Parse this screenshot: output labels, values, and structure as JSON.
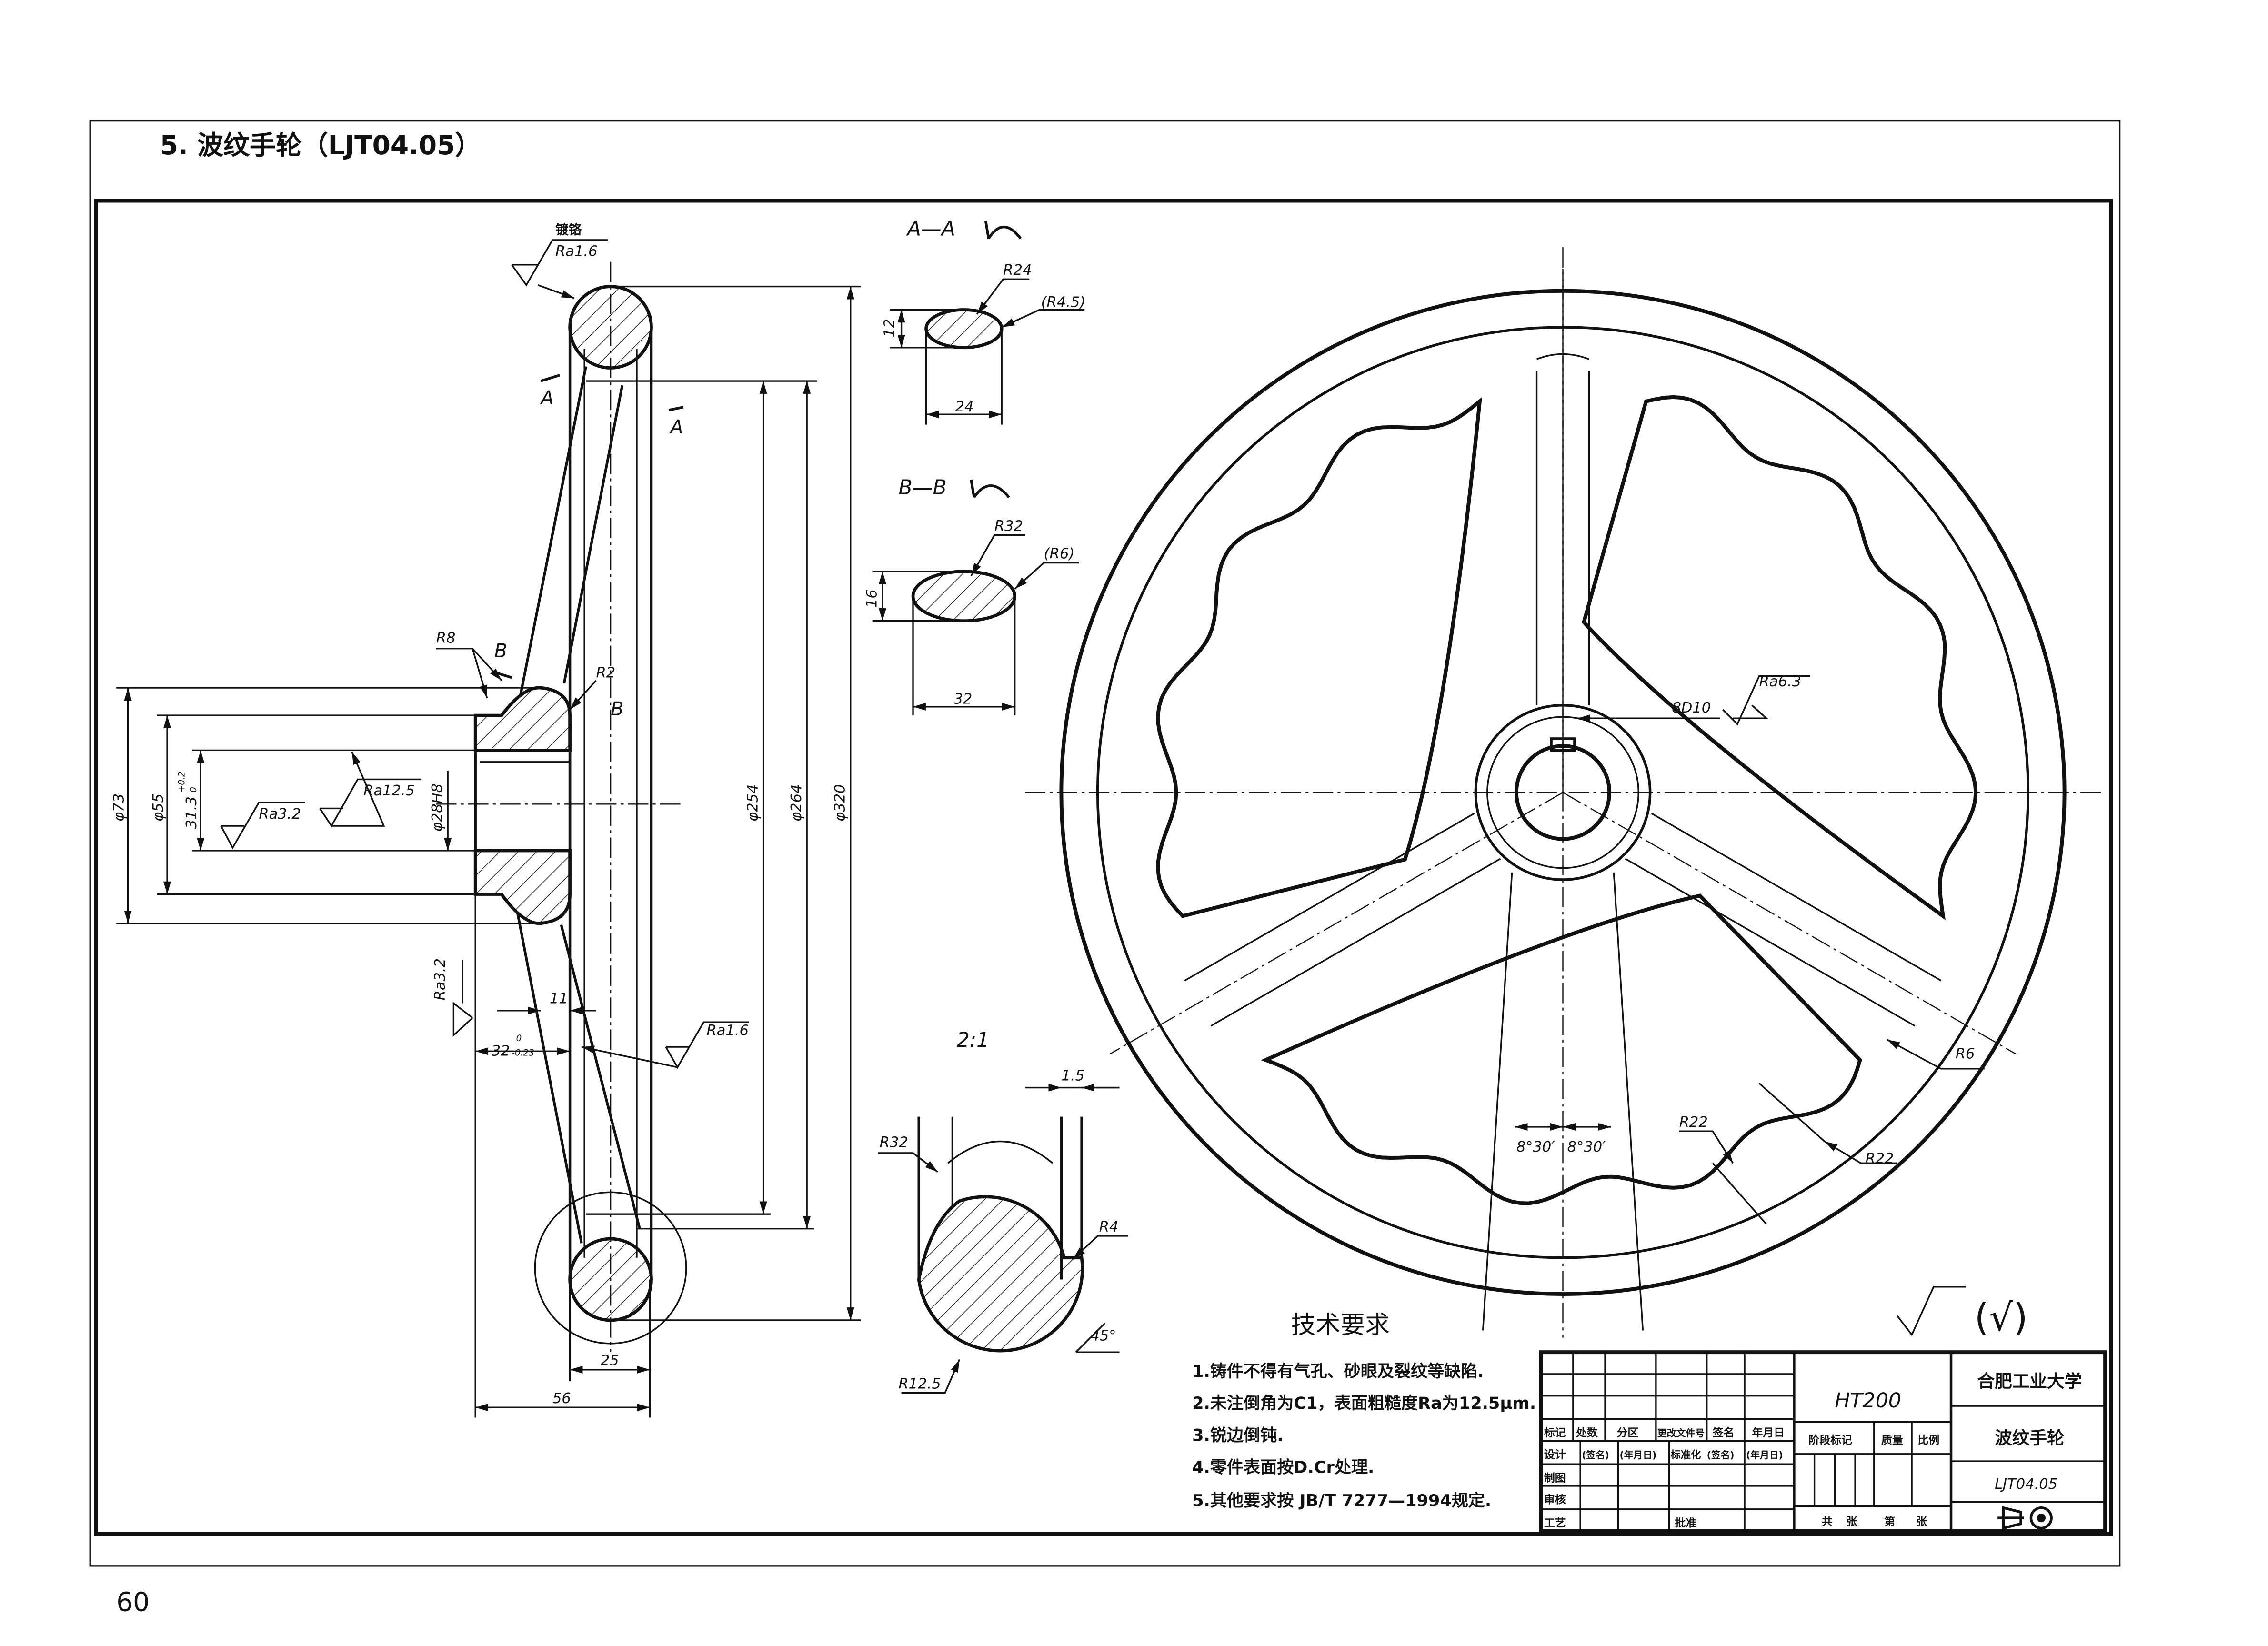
{
  "page": {
    "title": "5. 波纹手轮（LJT04.05）",
    "page_number": "60"
  },
  "side_view": {
    "coating_note": "镀铬",
    "roughness_top": "Ra1.6",
    "roughness_bore": "Ra3.2",
    "roughness_key": "Ra12.5",
    "roughness_face": "Ra3.2",
    "roughness_rim": "Ra1.6",
    "section_a": "A",
    "section_b": "B",
    "r8": "R8",
    "r2": "R2",
    "dims": {
      "d73": "φ73",
      "d55": "φ55",
      "keyway": "31.3",
      "keyway_tol_upper": "+0.2",
      "keyway_tol_lower": "0",
      "bore": "φ28H8",
      "d254": "φ254",
      "d264": "φ264",
      "d320": "φ320",
      "w11": "11",
      "w32": "32",
      "w32_tol_upper": "0",
      "w32_tol_lower": "-0.23",
      "w25": "25",
      "w56": "56"
    }
  },
  "section_aa": {
    "label": "A—A",
    "r24": "R24",
    "r45": "(R4.5)",
    "h": "12",
    "w": "24"
  },
  "section_bb": {
    "label": "B—B",
    "r32": "R32",
    "r6": "(R6)",
    "h": "16",
    "w": "32"
  },
  "detail": {
    "scale": "2:1",
    "w15": "1.5",
    "r32": "R32",
    "r4": "R4",
    "angle": "45°",
    "r125": "R12.5"
  },
  "front_view": {
    "keyway": "8D10",
    "roughness": "Ra6.3",
    "r6": "R6",
    "r22a": "R22",
    "r22b": "R22",
    "angle_left": "8°30′",
    "angle_right": "8°30′",
    "other_roughness": "(√)"
  },
  "tech_requirements": {
    "title": "技术要求",
    "items": [
      "1.铸件不得有气孔、砂眼及裂纹等缺陷.",
      "2.未注倒角为C1，表面粗糙度Ra为12.5μm.",
      "3.锐边倒钝.",
      "4.零件表面按D.Cr处理.",
      "5.其他要求按 JB/T 7277—1994规定."
    ]
  },
  "title_block": {
    "material": "HT200",
    "school": "合肥工业大学",
    "part_name": "波纹手轮",
    "drawing_no": "LJT04.05",
    "header_row": [
      "标记",
      "处数",
      "分区",
      "更改文件号",
      "签名",
      "年月日"
    ],
    "design_row": [
      "设计",
      "(签名)",
      "(年月日)",
      "标准化",
      "(签名)",
      "(年月日)"
    ],
    "draw": "制图",
    "check": "审核",
    "process": "工艺",
    "approve": "批准",
    "stage": "阶段标记",
    "mass": "质量",
    "scale": "比例",
    "sheets": [
      "共",
      "张",
      "第",
      "张"
    ]
  }
}
